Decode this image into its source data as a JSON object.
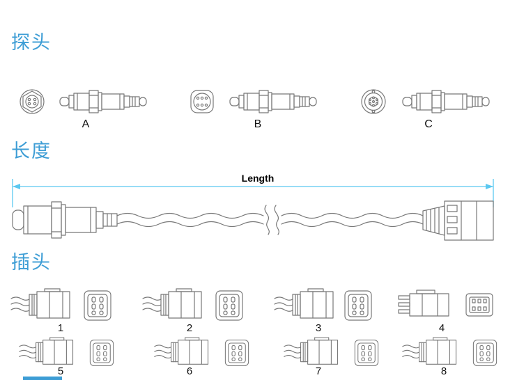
{
  "page": {
    "title_probe": "探头",
    "title_length": "长度",
    "title_plug": "插头",
    "length_label": "Length"
  },
  "probes": [
    {
      "label": "A"
    },
    {
      "label": "B"
    },
    {
      "label": "C"
    }
  ],
  "plugs": [
    {
      "label": "1"
    },
    {
      "label": "2"
    },
    {
      "label": "3"
    },
    {
      "label": "4"
    },
    {
      "label": "5"
    },
    {
      "label": "6"
    },
    {
      "label": "7"
    },
    {
      "label": "8"
    }
  ],
  "colors": {
    "heading": "#3d9dd5",
    "line_art": "#787878",
    "dimension": "#5bc8f0",
    "label_text": "#111111"
  }
}
